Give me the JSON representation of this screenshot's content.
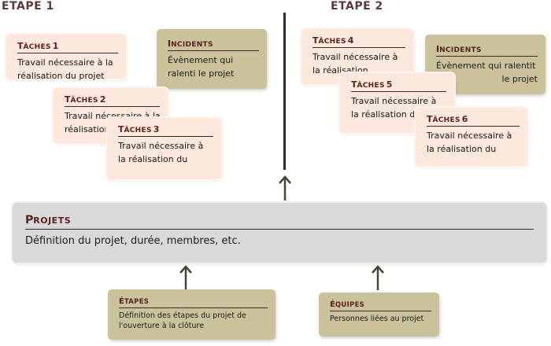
{
  "stages": {
    "left": "ETAPE 1",
    "right": "ETAPE 2"
  },
  "cards": {
    "t1": {
      "title_initial": "T",
      "title_rest": "ÂCHES",
      "num": "1",
      "line1": "Travail nécessaire à la",
      "line2": "réalisation du projet"
    },
    "inc1": {
      "title_initial": "I",
      "title_rest": "NCIDENTS",
      "line1": "Évènement qui",
      "line2": "ralenti le projet"
    },
    "t2": {
      "title_initial": "T",
      "title_rest": "ÂCHES",
      "num": "2",
      "line1": "Travail nécessaire à la",
      "line2": "réalisation du projet"
    },
    "t3": {
      "title_initial": "T",
      "title_rest": "ÂCHES",
      "num": "3",
      "line1": "Travail nécessaire à",
      "line2": "la réalisation du"
    },
    "t4": {
      "title_initial": "T",
      "title_rest": "ÂCHES",
      "num": "4",
      "line1": "Travail nécessaire à",
      "line2": "la réalisation"
    },
    "inc2": {
      "title_initial": "I",
      "title_rest": "NCIDENTS",
      "line1": "Évènement qui ralentit",
      "line2": "le projet"
    },
    "t5": {
      "title_initial": "T",
      "title_rest": "ÂCHES",
      "num": "5",
      "line1": "Travail nécessaire à",
      "line2": "la réalisation du"
    },
    "t6": {
      "title_initial": "T",
      "title_rest": "ÂCHES",
      "num": "6",
      "line1": "Travail nécessaire à",
      "line2": "la réalisation du"
    }
  },
  "projets": {
    "title_initial": "P",
    "title_rest": "ROJETS",
    "text": "Définition du projet, durée, membres, etc."
  },
  "etapes": {
    "title_initial": "É",
    "title_rest": "TAPES",
    "line1": "Définition des étapes du projet de",
    "line2": "l'ouverture à la clôture"
  },
  "equipes": {
    "title_initial": "É",
    "title_rest": "QUIPES",
    "line1": "Personnes liées au projet"
  },
  "colors": {
    "task_fill": "#fce8dc",
    "incident_fill": "#c9c29a",
    "projets_fill": "#d9d9d9",
    "title_color": "#5a1f1f"
  }
}
